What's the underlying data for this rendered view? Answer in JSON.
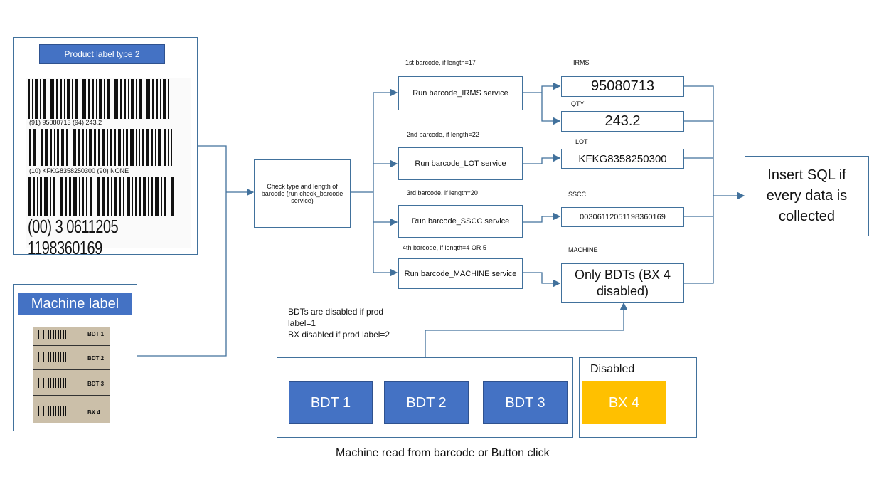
{
  "product_label": {
    "title": "Product label type 2",
    "line1": "(91) 95080713 (94) 243.2",
    "line2": "(10) KFKG8358250300 (90) NONE",
    "line3": "(00) 3 0611205 1198360169"
  },
  "machine_label": {
    "title": "Machine label",
    "rows": [
      "BDT 1",
      "BDT 2",
      "BDT 3",
      "BX 4"
    ]
  },
  "check_box": {
    "text": "Check type and length of barcode (run check_barcode service)"
  },
  "branches": [
    {
      "condition": "1st barcode, if length=17",
      "service": "Run barcode_IRMS service"
    },
    {
      "condition": "2nd barcode, if length=22",
      "service": "Run barcode_LOT service"
    },
    {
      "condition": "3rd barcode, if length=20",
      "service": "Run barcode_SSCC service"
    },
    {
      "condition": "4th barcode, if length=4 OR 5",
      "service": "Run barcode_MACHINE service"
    }
  ],
  "outputs": {
    "irms": {
      "label": "IRMS",
      "value": "95080713"
    },
    "qty": {
      "label": "QTY",
      "value": "243.2"
    },
    "lot": {
      "label": "LOT",
      "value": "KFKG8358250300"
    },
    "sscc": {
      "label": "SSCC",
      "value": "00306112051198360169"
    },
    "machine": {
      "label": "MACHINE",
      "value": "Only BDTs (BX 4 disabled)"
    }
  },
  "insert_box": {
    "text": "Insert SQL if every data is collected"
  },
  "note": {
    "line1": "BDTs are disabled if prod",
    "line2": "label=1",
    "line3": "BX disabled if prod label=2"
  },
  "machine_buttons": [
    "BDT 1",
    "BDT 2",
    "BDT 3"
  ],
  "disabled": {
    "label": "Disabled",
    "button": "BX 4"
  },
  "caption": "Machine read from barcode or Button click",
  "colors": {
    "accent": "#4472c4",
    "line": "#41719c",
    "warning": "#ffc000"
  }
}
